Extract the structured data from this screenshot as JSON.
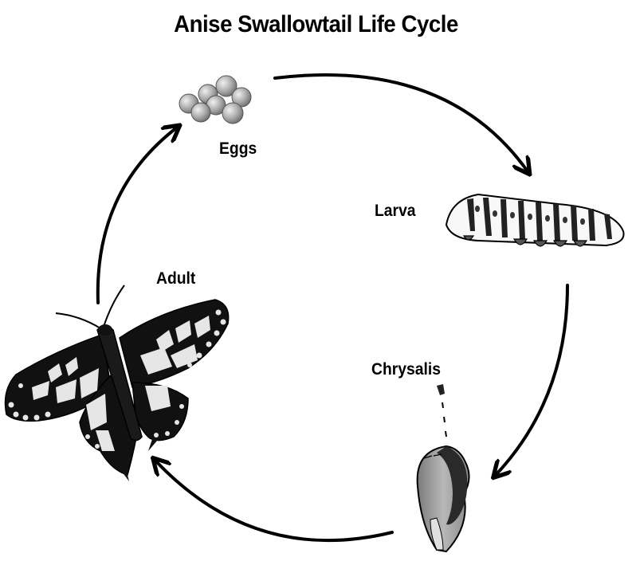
{
  "title": "Anise Swallowtail Life Cycle",
  "stages": {
    "eggs": "Eggs",
    "larva": "Larva",
    "chrysalis": "Chrysalis",
    "adult": "Adult"
  },
  "colors": {
    "background": "#ffffff",
    "ink": "#000000",
    "egg_fill": "#b4b4b4",
    "wing_pale": "#e6e6e6",
    "chrysalis_shell": "#9a9a9a"
  }
}
